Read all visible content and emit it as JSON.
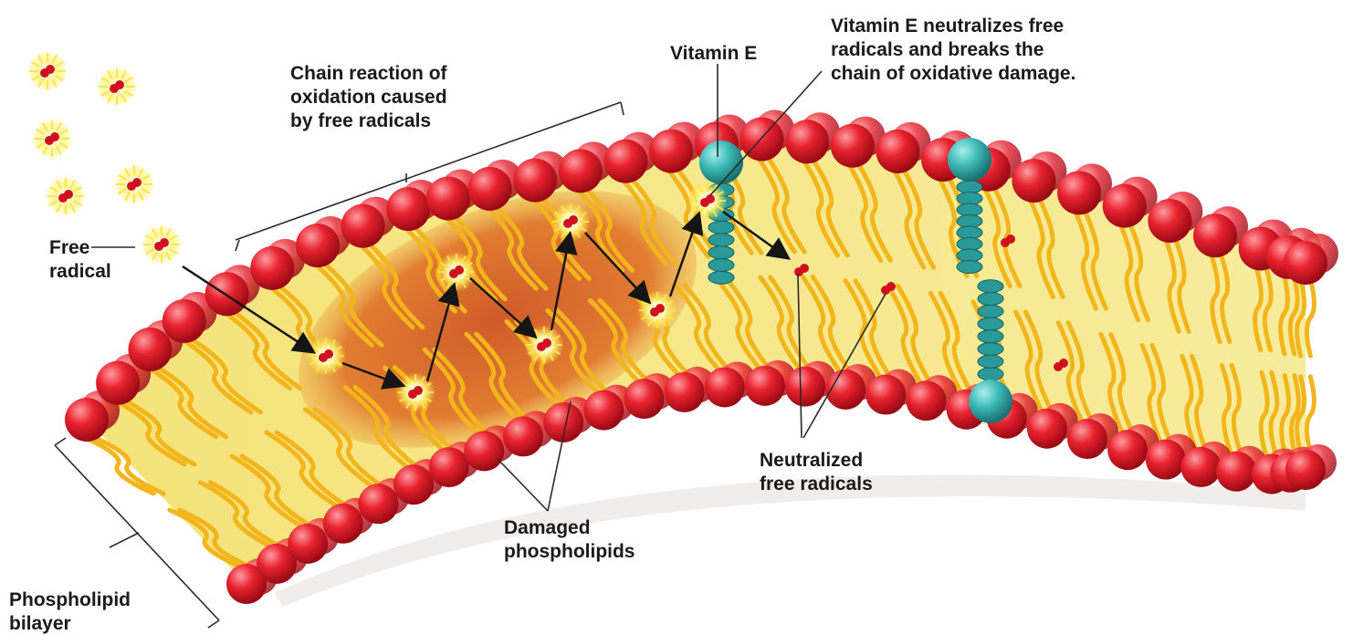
{
  "labels": {
    "free_radical": [
      "Free",
      "radical"
    ],
    "chain_reaction": [
      "Chain reaction of",
      "oxidation caused",
      "by free radicals"
    ],
    "vitamin_e": [
      "Vitamin E"
    ],
    "vitamin_e_action": [
      "Vitamin E neutralizes free",
      "radicals and breaks the",
      "chain of oxidative damage."
    ],
    "neutralized": [
      "Neutralized",
      "free radicals"
    ],
    "damaged": [
      "Damaged",
      "phospholipids"
    ],
    "bilayer": [
      "Phospholipid",
      "bilayer"
    ]
  },
  "colors": {
    "head": "#e0202e",
    "head_highlight": "#ff8a90",
    "tail": "#f2b51c",
    "interior": "#f7eb8c",
    "damaged_zone": "#d4541a",
    "vitamin_e": "#2fa8a8",
    "radical_glow": "#fff36b",
    "text": "#1a1a1a"
  },
  "icons": [
    "free-radical-icon",
    "neutralized-radical-icon",
    "vitamin-e-molecule-icon",
    "phospholipid-head-icon"
  ]
}
